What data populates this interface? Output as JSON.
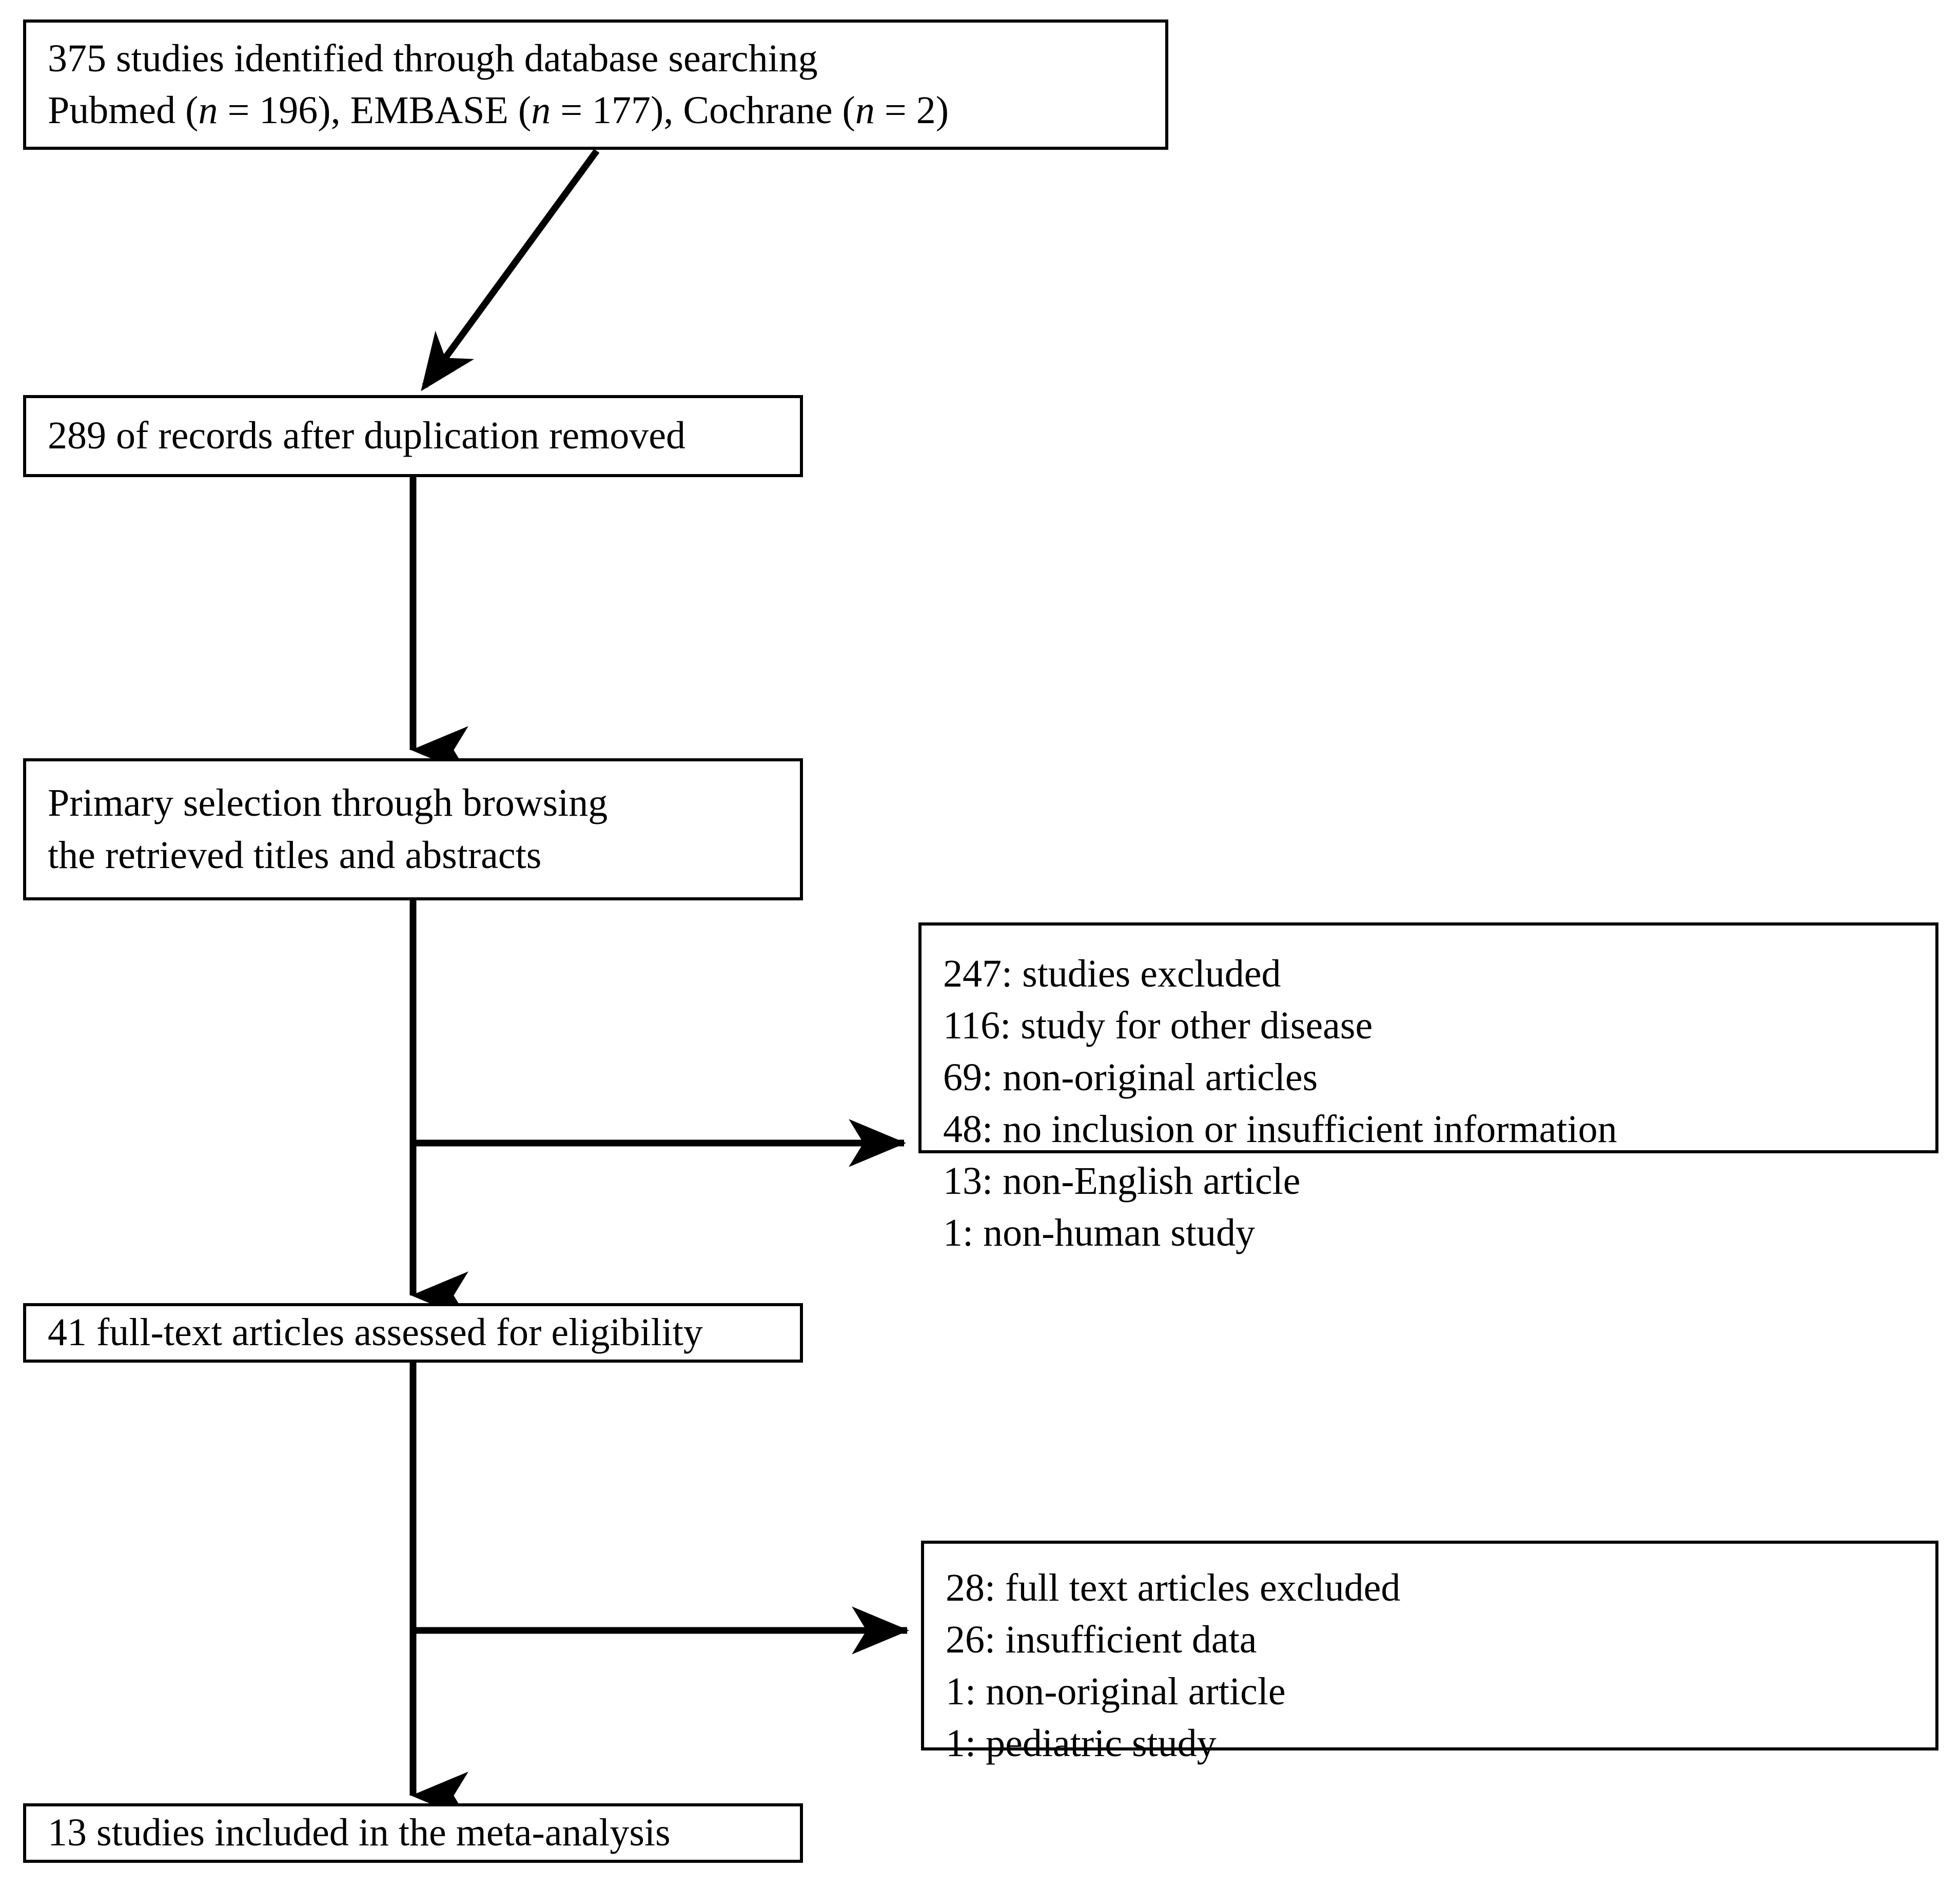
{
  "diagram": {
    "type": "prisma-flow-diagram",
    "title": "",
    "colors": {
      "box_border": "#000000",
      "background": "#ffffff",
      "text": "#000000",
      "connector": "#000000"
    },
    "boxes": [
      {
        "id": "identification",
        "lines": [
          "375 studies identified through database searching",
          "Pubmed (n = 196), EMBASE (n = 177), Cochrane (n = 2)"
        ]
      },
      {
        "id": "deduplication",
        "lines": [
          "289 of records after duplication removed"
        ]
      },
      {
        "id": "primary-selection",
        "lines": [
          "Primary selection through browsing",
          "the retrieved titles and abstracts"
        ]
      },
      {
        "id": "screening-excluded",
        "lines": [
          "247: studies excluded",
          "116: study for other disease",
          "69: non-original articles",
          "48: no inclusion or insufficient information",
          "13: non-English article",
          "1: non-human study"
        ]
      },
      {
        "id": "eligibility",
        "lines": [
          "41 full-text articles assessed for eligibility"
        ]
      },
      {
        "id": "fulltext-excluded",
        "lines": [
          "28: full text articles excluded",
          "26: insufficient data",
          "1: non-original article",
          "1: pediatric study"
        ]
      },
      {
        "id": "included",
        "lines": [
          "13 studies included in the meta-analysis"
        ]
      }
    ],
    "identification": {
      "line1": "375 studies identified through database searching",
      "line2_part1": "Pubmed (",
      "line2_n1": "n",
      "line2_part2": " = 196), EMBASE (",
      "line2_n2": "n",
      "line2_part3": " = 177), Cochrane (",
      "line2_n3": "n",
      "line2_part4": " = 2)"
    },
    "deduplication": {
      "line1": "289 of records after duplication removed"
    },
    "primary_selection": {
      "line1": "Primary selection through browsing",
      "line2": "the retrieved titles and abstracts"
    },
    "screening_excluded": {
      "header": "247: studies excluded",
      "items": [
        "116: study for other disease",
        "69: non-original articles",
        "48: no inclusion or insufficient information",
        "13: non-English article",
        "1: non-human study"
      ]
    },
    "eligibility": {
      "line1": "41 full-text articles assessed for eligibility"
    },
    "fulltext_excluded": {
      "header": "28: full text articles excluded",
      "items": [
        "26: insufficient data",
        "1: non-original article",
        "1: pediatric study"
      ]
    },
    "included": {
      "line1": "13 studies included in the meta-analysis"
    },
    "connectors": [
      {
        "id": "arrow-identification-to-dedup",
        "kind": "diagonal-arrow"
      },
      {
        "id": "arrow-dedup-to-primary",
        "kind": "vertical-arrow"
      },
      {
        "id": "spine-primary-to-eligibility",
        "kind": "vertical-line"
      },
      {
        "id": "arrow-to-screening-excluded",
        "kind": "horizontal-arrow"
      },
      {
        "id": "arrow-to-eligibility",
        "kind": "vertical-arrow"
      },
      {
        "id": "arrow-to-fulltext-excluded",
        "kind": "horizontal-arrow"
      },
      {
        "id": "arrow-to-included",
        "kind": "vertical-arrow"
      }
    ]
  }
}
